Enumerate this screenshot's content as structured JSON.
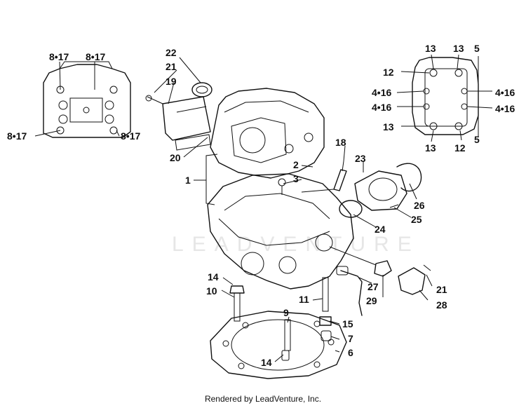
{
  "watermark": "LEADVENTURE",
  "footer": "Rendered by LeadVenture, Inc.",
  "callouts": {
    "c1": "1",
    "c2": "2",
    "c3": "3",
    "c5a": "5",
    "c5b": "5",
    "c6": "6",
    "c7": "7",
    "c9": "9",
    "c10": "10",
    "c11": "11",
    "c12a": "12",
    "c12b": "12",
    "c13a": "13",
    "c13b": "13",
    "c13c": "13",
    "c13d": "13",
    "c14a": "14",
    "c14b": "14",
    "c15": "15",
    "c18": "18",
    "c19": "19",
    "c20": "20",
    "c21a": "21",
    "c21b": "21",
    "c22": "22",
    "c23": "23",
    "c24": "24",
    "c25": "25",
    "c26": "26",
    "c27": "27",
    "c28": "28",
    "c29": "29",
    "c817a": "8•17",
    "c817b": "8•17",
    "c817c": "8•17",
    "c817d": "8•17",
    "c416a": "4•16",
    "c416b": "4•16",
    "c416c": "4•16",
    "c416d": "4•16"
  }
}
